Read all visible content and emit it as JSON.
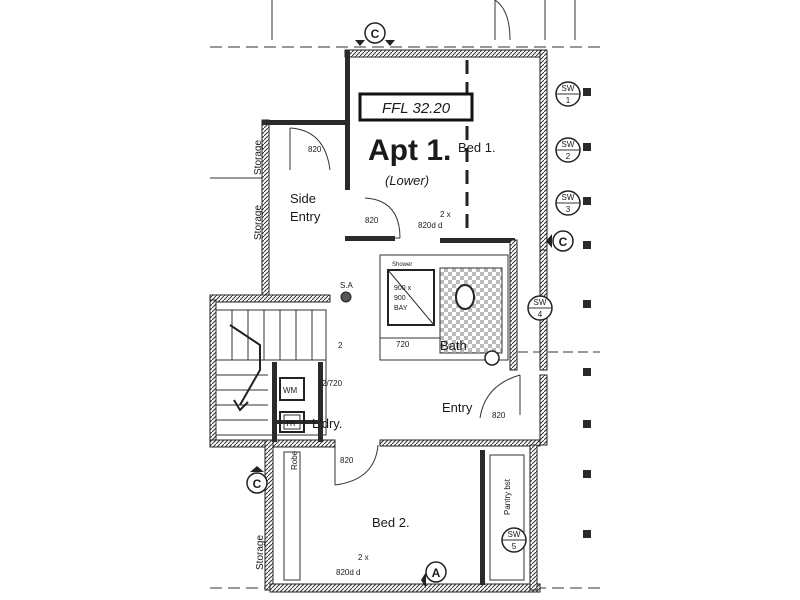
{
  "rooms": {
    "apt_title": "Apt 1.",
    "apt_sub": "(Lower)",
    "ffl": "FFL 32.20",
    "bed1": "Bed 1.",
    "bed2": "Bed 2.",
    "side_entry_1": "Side",
    "side_entry_2": "Entry",
    "entry": "Entry",
    "laundry": "L'dry.",
    "bath": "Bath",
    "storage_top": "Storage",
    "storage_left": "Storage",
    "storage_bottom": "Storage",
    "robe": "Robe",
    "pantry": "Pantry bst"
  },
  "annotations": {
    "d820_a": "820",
    "d820_b": "820",
    "d820_c": "820",
    "d820_d": "820",
    "d720": "720",
    "d2_720": "2/720",
    "bed1_note_1": "2 x",
    "bed1_note_2": "820d d",
    "bed2_note_1": "2 x",
    "bed2_note_2": "820d d",
    "stair_num": "2",
    "sa": "S.A",
    "wm": "WM",
    "tr": "TR",
    "shower_1": "Shower",
    "shower_2": "900 x",
    "shower_3": "900",
    "shower_4": "BAY"
  },
  "markers": {
    "grid_c_top": "C",
    "grid_c_right": "C",
    "grid_c_left": "C",
    "grid_a_bottom": "A",
    "sw1_top": "SW",
    "sw1_num": "1",
    "sw2_top": "SW",
    "sw2_num": "2",
    "sw3_top": "SW",
    "sw3_num": "3",
    "sw4_top": "SW",
    "sw4_num": "4",
    "sw5_top": "SW",
    "sw5_num": "5"
  }
}
